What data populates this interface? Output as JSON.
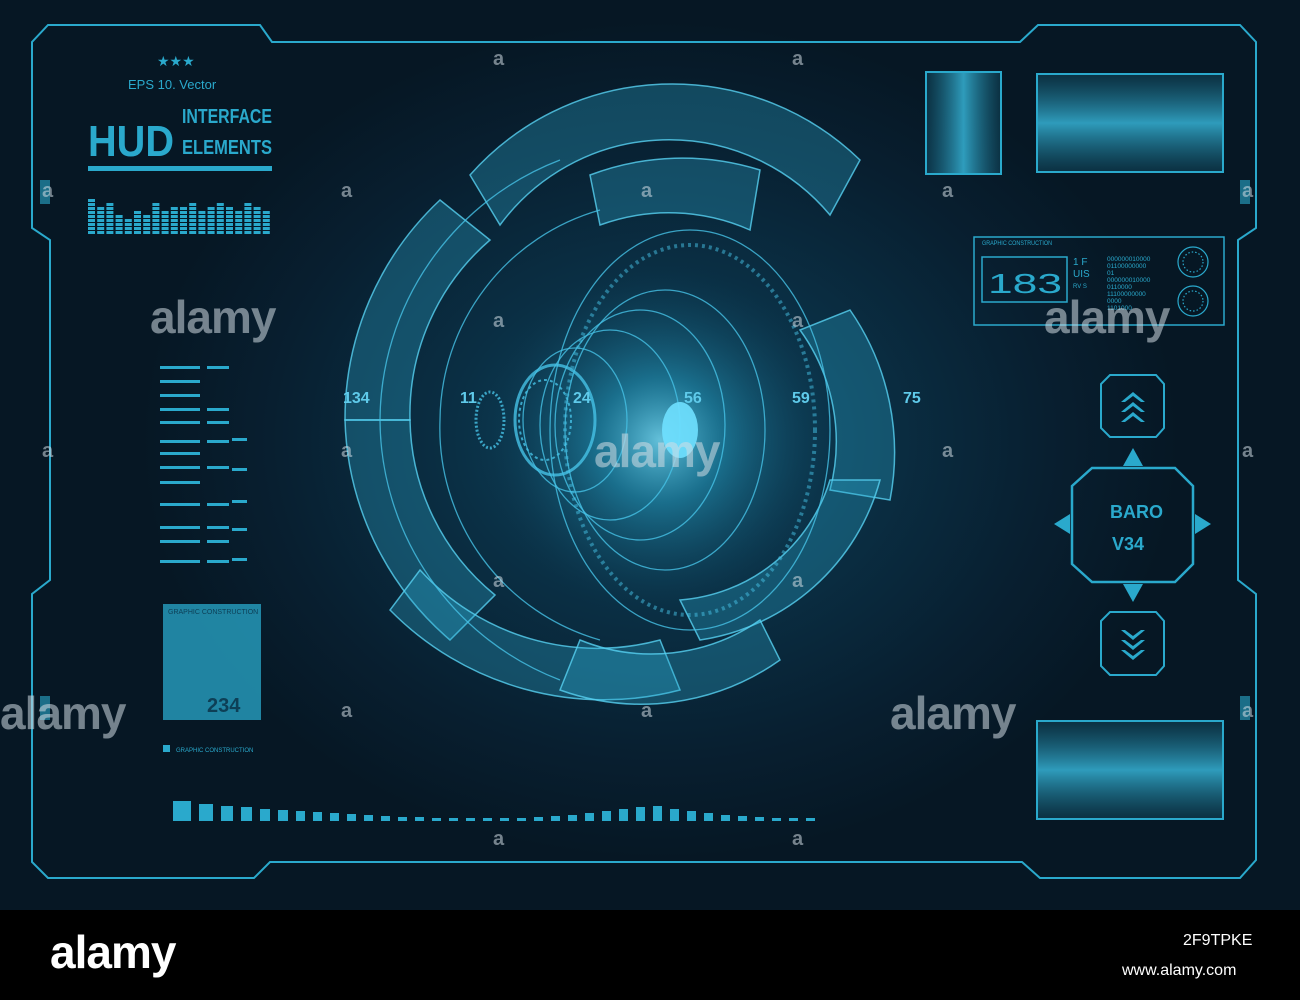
{
  "header": {
    "stars": "★★★",
    "eps_label": "EPS 10. Vector",
    "hud_word": "HUD",
    "title_line1": "INTERFACE",
    "title_line2": "ELEMENTS"
  },
  "left_panel": {
    "box_label": "GRAPHIC CONSTRUCTION",
    "box_value": "234",
    "legend_label": "GRAPHIC CONSTRUCTION"
  },
  "dial": {
    "numbers": [
      "134",
      "11",
      "24",
      "56",
      "59",
      "75"
    ]
  },
  "right_panel": {
    "info_label": "GRAPHIC CONSTRUCTION",
    "readout": "183",
    "code_1": "1 F",
    "code_2": "UIS",
    "code_3": "RV S",
    "binary": [
      "000000010000",
      "01100000000",
      "01",
      "000000010000",
      "0110000",
      "11100000000",
      "0000",
      "1101000"
    ],
    "baro_label": "BARO",
    "baro_value": "V34"
  },
  "watermark": {
    "word": "alamy",
    "mark": "a"
  },
  "footer": {
    "brand": "alamy",
    "image_id": "2F9TPKE",
    "url": "www.alamy.com"
  },
  "colors": {
    "accent": "#2aa9cc",
    "glow": "#4fd2f0",
    "background": "#081f30"
  }
}
